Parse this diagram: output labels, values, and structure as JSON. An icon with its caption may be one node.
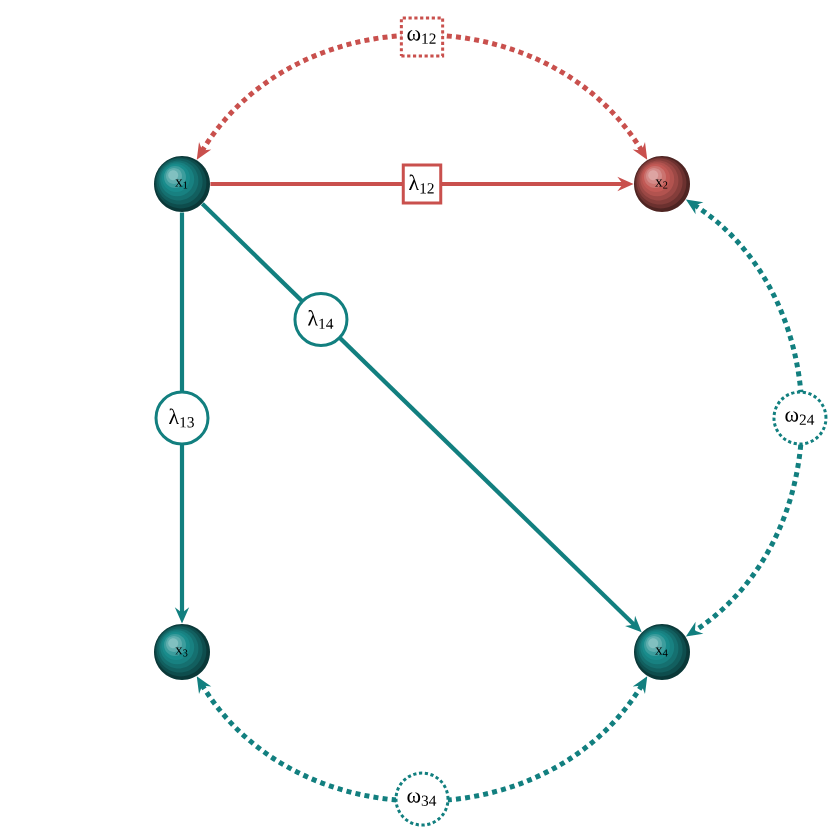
{
  "diagram": {
    "nodes": [
      {
        "text": [
          "x$_{1}$"
        ]
      },
      {
        "text": [
          "x$_{2}$"
        ]
      },
      {
        "text": [
          "x$_{3}$"
        ]
      },
      {
        "text": [
          "x$_{4}$"
        ]
      }
    ],
    "edges": [
      {
        "from": 0,
        "to": 1,
        "arrow": "to",
        "label": "λ$_{12}$",
        "color": "#c9504d"
      },
      {
        "from": 0,
        "to": 2,
        "arrow": "to",
        "label": "λ$_{13}$"
      },
      {
        "from": 0,
        "to": 3,
        "arrow": "to",
        "label": "λ$_{14}$"
      },
      {
        "from": 0,
        "to": 1,
        "arrow": "both",
        "label": "ω$_{12}$",
        "style": "dashed",
        "color": "#c9504d"
      },
      {
        "from": 1,
        "to": 3,
        "arrow": "both",
        "label": "ω$_{24}$",
        "style": "dashed"
      },
      {
        "from": 2,
        "to": 3,
        "arrow": "both",
        "label": "ω$_{34}$",
        "style": "dashed"
      }
    ]
  }
}
